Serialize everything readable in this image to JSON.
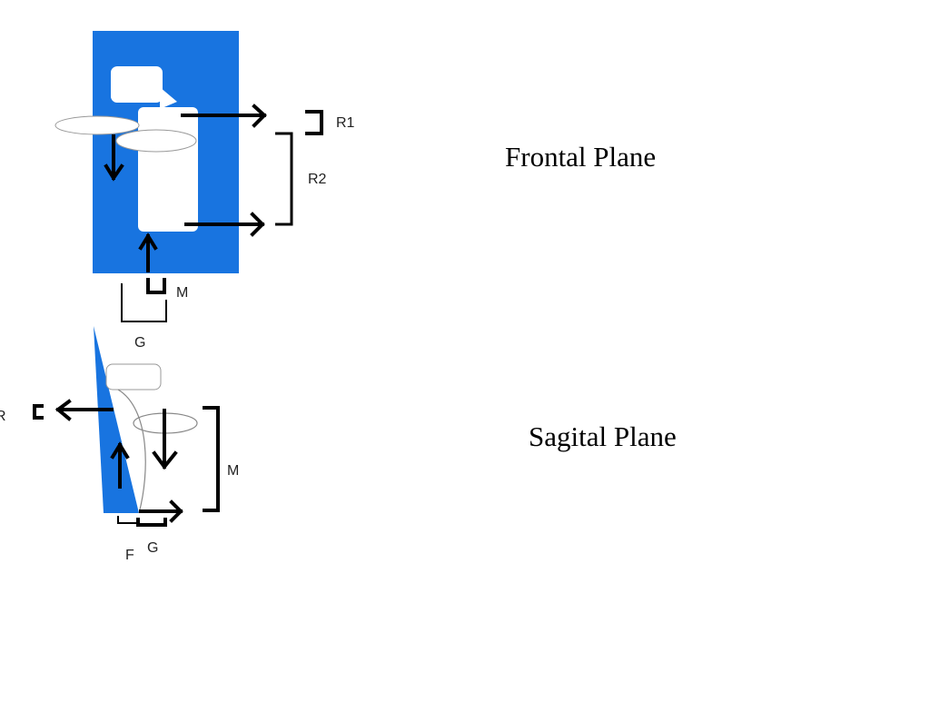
{
  "titles": {
    "frontal": "Frontal Plane",
    "sagittal": "Sagital Plane"
  },
  "frontal_labels": {
    "r1": "R1",
    "r2": "R2",
    "m": "M",
    "g": "G"
  },
  "sagittal_labels": {
    "r": "R",
    "m": "M",
    "g": "G",
    "f": "F"
  },
  "colors": {
    "block": "#1874e0",
    "ink": "#000000",
    "background": "#ffffff"
  }
}
